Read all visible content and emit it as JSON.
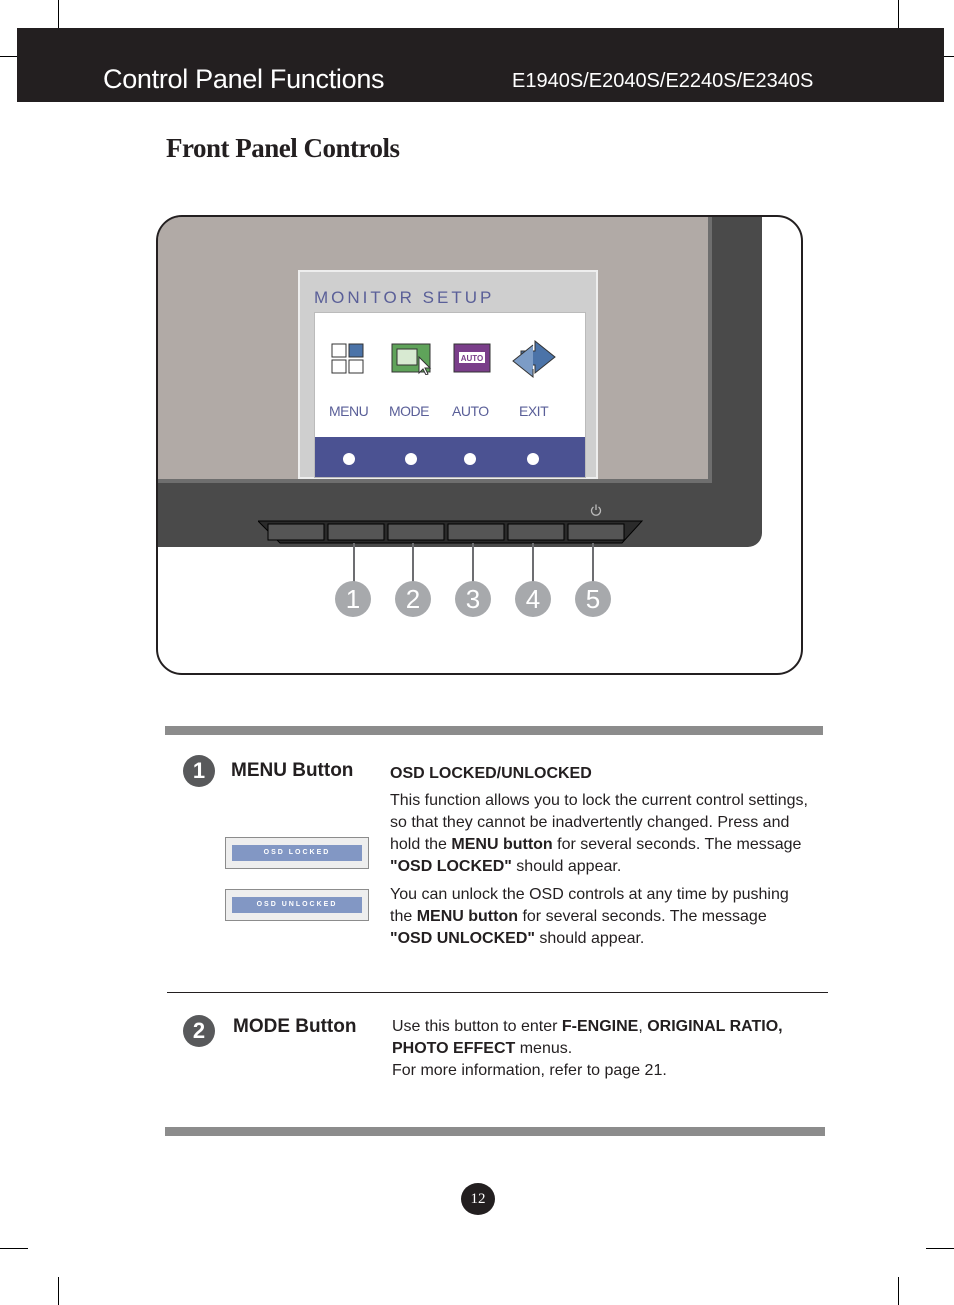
{
  "header": {
    "title": "Control Panel Functions",
    "models": "E1940S/E2040S/E2240S/E2340S"
  },
  "section_title": "Front Panel Controls",
  "osd_menu": {
    "title": "MONITOR SETUP",
    "items": [
      {
        "label": "MENU",
        "icon": "menu-grid-icon"
      },
      {
        "label": "MODE",
        "icon": "mode-picture-icon"
      },
      {
        "label": "AUTO",
        "icon": "auto-adjust-icon",
        "badge": "AUTO"
      },
      {
        "label": "EXIT",
        "icon": "exit-arrows-icon"
      }
    ]
  },
  "callouts": [
    "1",
    "2",
    "3",
    "4",
    "5"
  ],
  "buttons": [
    {
      "number": "1",
      "name": "MENU Button",
      "heading": "OSD LOCKED/UNLOCKED",
      "p1": [
        "This function allows you to lock the current control settings, so that they cannot be inadvertently changed. Press and hold the ",
        "MENU button",
        " for several seconds. The message ",
        "\"OSD LOCKED\"",
        " should appear."
      ],
      "p2": [
        "You can unlock the OSD controls at any time by pushing the ",
        "MENU button",
        " for several seconds. The message ",
        "\"OSD UNLOCKED\"",
        " should appear."
      ],
      "osd_locked": "OSD LOCKED",
      "osd_unlocked": "OSD UNLOCKED"
    },
    {
      "number": "2",
      "name": "MODE Button",
      "p1": [
        "Use this button to enter ",
        "F-ENGINE",
        ", ",
        "ORIGINAL RATIO, PHOTO EFFECT",
        " menus."
      ],
      "p2": "For more information, refer to page 21."
    }
  ],
  "page_number": "12",
  "colors": {
    "header_bg": "#231f20",
    "osd_accent": "#4b5292",
    "callout": "#a7a9ac"
  }
}
